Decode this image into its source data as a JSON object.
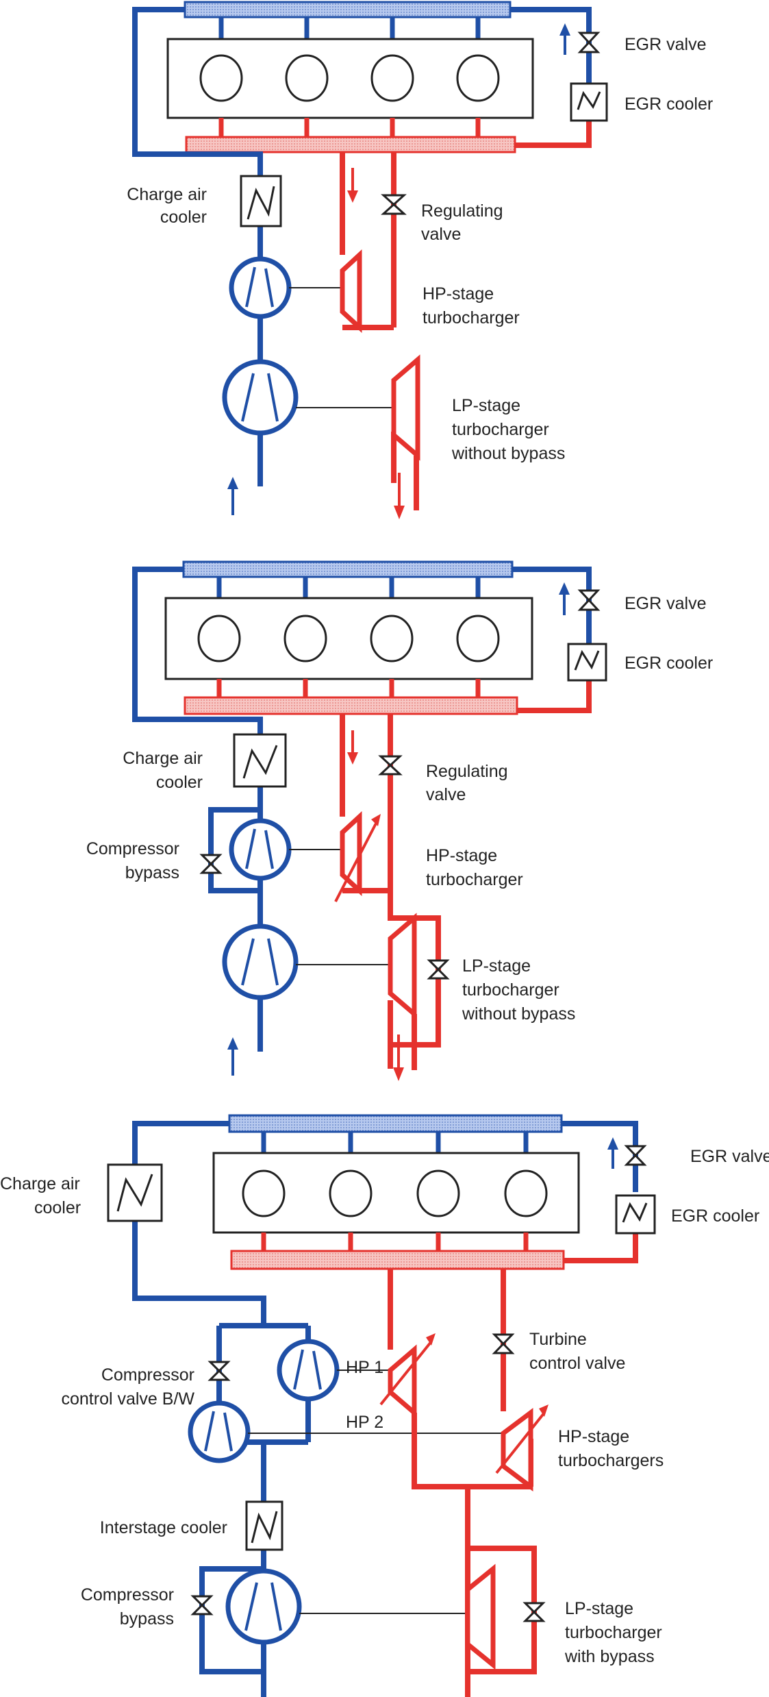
{
  "colors": {
    "intake_blue": "#1f4fa6",
    "exhaust_red": "#e5322d",
    "intake_manifold_fill": "#9fb8e6",
    "exhaust_manifold_fill": "#f4b3b0",
    "outline": "#222222"
  },
  "icons": {
    "valve": "bowtie-valve-icon",
    "cooler": "zigzag-cooler-icon",
    "compressor": "circle-compressor-icon",
    "turbine": "trapezoid-turbine-icon",
    "arrow": "flow-arrow-icon"
  },
  "panel1": {
    "egr_valve": "EGR valve",
    "egr_cooler": "EGR cooler",
    "charge_air_cooler": [
      "Charge air",
      "cooler"
    ],
    "regulating_valve": [
      "Regulating",
      "valve"
    ],
    "hp_stage": [
      "HP-stage",
      "turbocharger"
    ],
    "lp_stage": [
      "LP-stage",
      "turbocharger",
      "without bypass"
    ]
  },
  "panel2": {
    "egr_valve": "EGR valve",
    "egr_cooler": "EGR cooler",
    "charge_air_cooler": [
      "Charge air",
      "cooler"
    ],
    "compressor_bypass": [
      "Compressor",
      "bypass"
    ],
    "regulating_valve": [
      "Regulating",
      "valve"
    ],
    "hp_stage": [
      "HP-stage",
      "turbocharger"
    ],
    "lp_stage": [
      "LP-stage",
      "turbocharger",
      "without bypass"
    ]
  },
  "panel3": {
    "egr_valve": "EGR valve",
    "egr_cooler": "EGR cooler",
    "charge_air_cooler": [
      "Charge air",
      "cooler"
    ],
    "compressor_control_valve": [
      "Compressor",
      "control valve B/W"
    ],
    "hp1": "HP 1",
    "hp2": "HP 2",
    "turbine_control_valve": [
      "Turbine",
      "control valve"
    ],
    "hp_stage": [
      "HP-stage",
      "turbochargers"
    ],
    "interstage_cooler": "Interstage cooler",
    "compressor_bypass": [
      "Compressor",
      "bypass"
    ],
    "lp_stage": [
      "LP-stage",
      "turbocharger",
      "with bypass"
    ]
  }
}
